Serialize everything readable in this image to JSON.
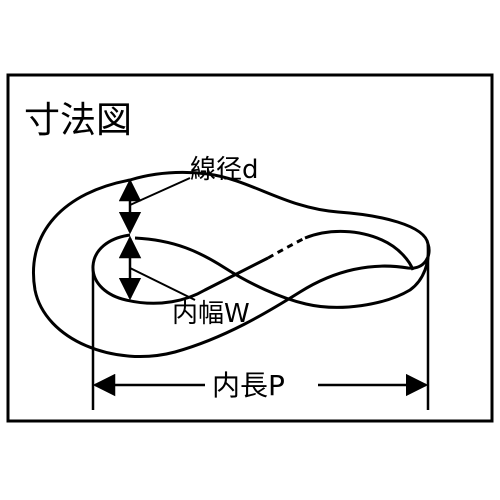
{
  "diagram": {
    "title": "寸法図",
    "labels": {
      "wire_diameter": "線径d",
      "inner_width": "内幅W",
      "inner_length": "内長P"
    },
    "colors": {
      "stroke": "#000000",
      "background": "#ffffff"
    }
  }
}
